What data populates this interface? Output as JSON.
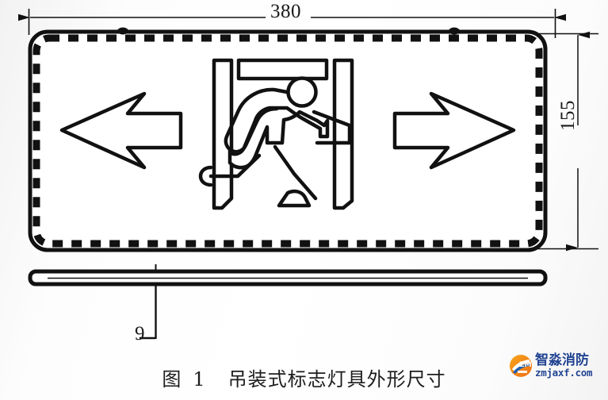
{
  "figure": {
    "caption_label": "图",
    "caption_number": "1",
    "caption_title": "吊装式标志灯具外形尺寸",
    "type": "engineering-dimension-drawing",
    "subject": "吊装式标志灯具"
  },
  "dimensions": {
    "width": "380",
    "height": "155",
    "thickness": "9",
    "unit_implied": "mm"
  },
  "sign_face": {
    "pictogram_name": "running-man-exit-pictogram",
    "arrow_left_name": "left-direction-arrow",
    "arrow_right_name": "right-direction-arrow",
    "border_style": "dashed-rounded-rect",
    "mounting_nubs": 2
  },
  "side_view": {
    "name": "side-profile-bar",
    "description": "thin horizontal profile showing 9 thickness"
  },
  "watermark": {
    "brand_cn": "智淼消防",
    "url": "zmjaxf.com",
    "logo_name": "zmjaxf-logo-icon",
    "colors": {
      "orange": "#f08018",
      "blue": "#1b5fb4",
      "text_blue": "#1b3f8f"
    }
  },
  "colors": {
    "line": "#111111",
    "background": "#fbfbfb"
  }
}
